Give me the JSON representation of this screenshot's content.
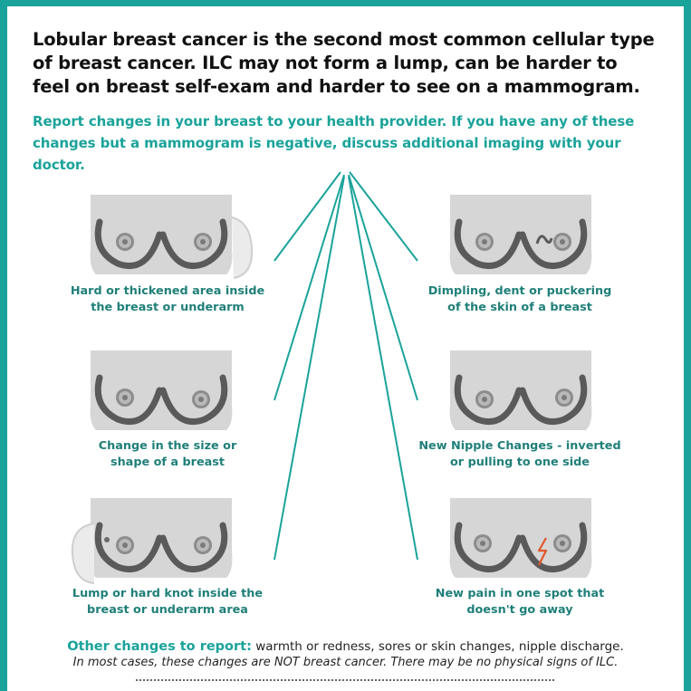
{
  "intro": "Lobular breast cancer is the second most common cellular type of breast cancer.  ILC may not form a lump, can be harder to feel on breast self-exam and harder to see on a mammogram.",
  "report": "Report changes in your breast to your health provider.  If you have any of these changes but a mammogram is negative, discuss additional imaging with your doctor.",
  "changes": [
    {
      "line1": "Hard or thickened area inside",
      "line2": "the breast or underarm"
    },
    {
      "line1": "Dimpling, dent or puckering",
      "line2": "of the skin of a breast"
    },
    {
      "line1": "Change in the size or",
      "line2": "shape of a breast"
    },
    {
      "line1": "New Nipple Changes - inverted",
      "line2": "or pulling to one side"
    },
    {
      "line1": "Lump or hard knot inside the",
      "line2": "breast or underarm area"
    },
    {
      "line1": "New pain in one spot that",
      "line2": "doesn't go away"
    }
  ],
  "other": {
    "lead": "Other changes to report:",
    "text": " warmth or redness, sores or skin changes, nipple discharge."
  },
  "note": "In most cases, these changes are NOT breast cancer.  There may be no physical signs of ILC.",
  "colors": {
    "accent": "#1aa39a",
    "caption": "#1f7f79",
    "body_gray": "#d6d6d6",
    "outline_gray": "#5a5a5a",
    "pain": "#e2562b"
  }
}
